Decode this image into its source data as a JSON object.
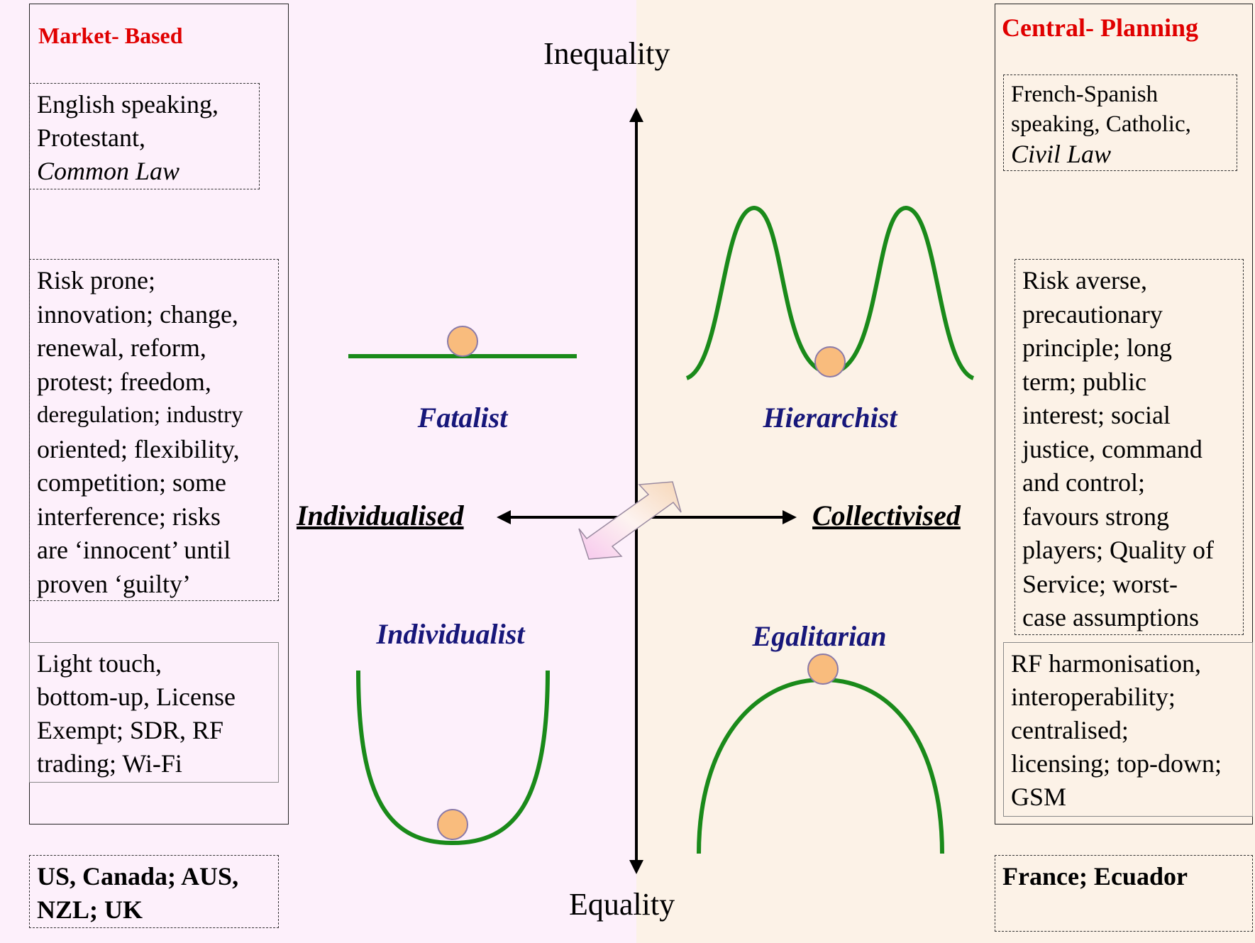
{
  "left": {
    "title": "Market- Based",
    "box1": {
      "l1": "English speaking,",
      "l2": "Protestant,",
      "l3": "Common Law"
    },
    "box2": [
      "Risk prone;",
      "innovation; change,",
      "renewal, reform,",
      "protest; freedom,",
      "deregulation; industry",
      "oriented; flexibility,",
      "competition; some",
      "interference; risks",
      "are ‘innocent’ until",
      "proven ‘guilty’"
    ],
    "box3": [
      "Light touch,",
      "bottom-up, License",
      "Exempt; SDR, RF",
      "trading; Wi-Fi"
    ],
    "countries": [
      "US, Canada;  AUS,",
      "NZL; UK"
    ]
  },
  "right": {
    "title": "Central- Planning",
    "box1": {
      "l1": "French-Spanish",
      "l2": "speaking, Catholic,",
      "l3": "Civil Law"
    },
    "box2": [
      "Risk averse,",
      "precautionary",
      "principle; long",
      "term; public",
      "interest; social",
      "justice, command",
      "and control;",
      "favours strong",
      "players; Quality of",
      "Service; worst-",
      "case assumptions"
    ],
    "box3": [
      "RF harmonisation,",
      "interoperability;",
      "centralised;",
      "licensing; top-down;",
      "GSM"
    ],
    "countries": [
      "France; Ecuador"
    ]
  },
  "axes": {
    "top": "Inequality",
    "bottom": "Equality",
    "left": "Individualised",
    "right": "Collectivised"
  },
  "types": {
    "fatalist": "Fatalist",
    "hierarchist": "Hierarchist",
    "individualist": "Individualist",
    "egalitarian": "Egalitarian"
  },
  "colors": {
    "title_red": "#e00000",
    "type_blue": "#17177a",
    "curve_green": "#1a8a1a",
    "ball_fill": "#f9bc7d",
    "ball_stroke": "#8a7aa8"
  }
}
